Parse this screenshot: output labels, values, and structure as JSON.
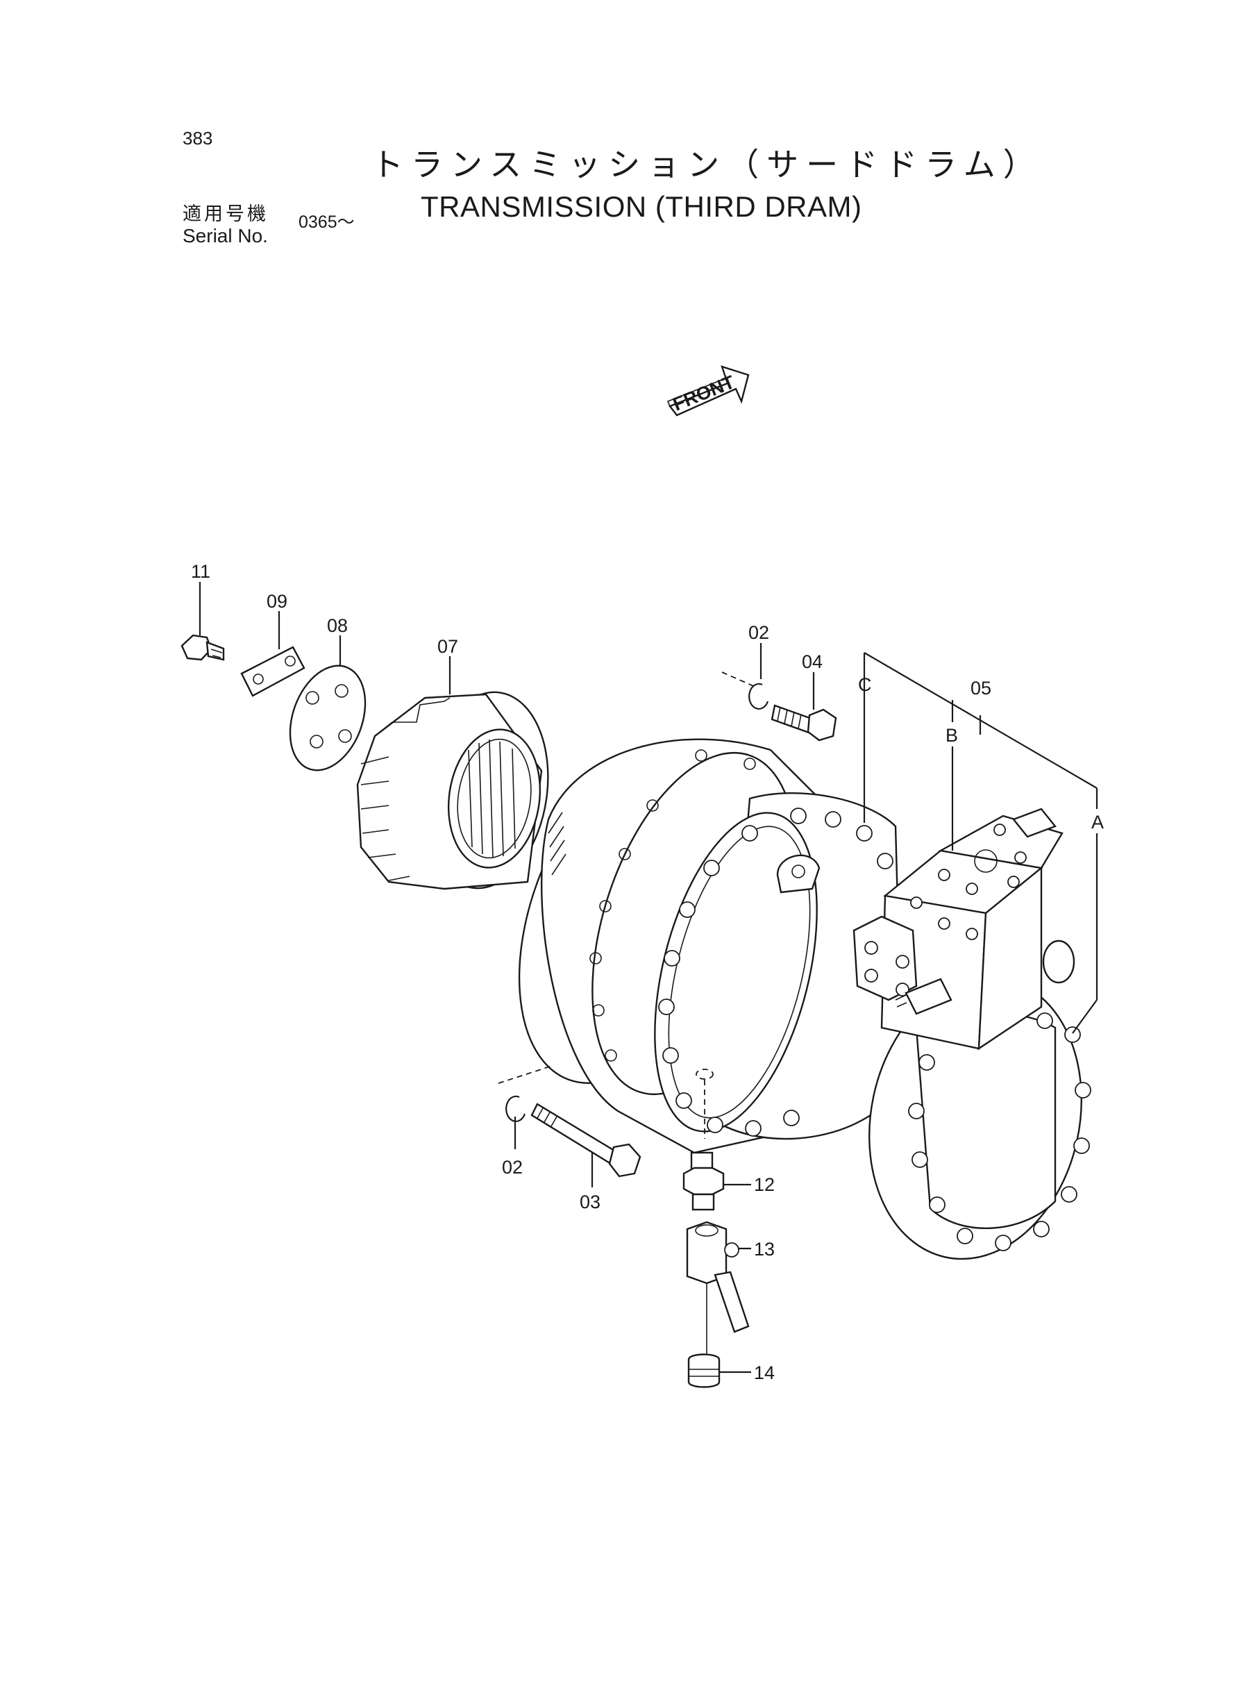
{
  "header": {
    "page_number": "383",
    "title_jp": "トランスミッション（サードドラム）",
    "title_en": "TRANSMISSION (THIRD DRAM)",
    "serial_label_jp": "適用号機",
    "serial_label_en": "Serial No.",
    "serial_range": "0365～"
  },
  "front_arrow": {
    "label": "FRONT"
  },
  "callouts": {
    "p11": "11",
    "p09": "09",
    "p08": "08",
    "p07": "07",
    "p02_top": "02",
    "p04": "04",
    "p05": "05",
    "grp_c": "C",
    "grp_b": "B",
    "grp_a": "A",
    "p02_bottom": "02",
    "p03": "03",
    "p12": "12",
    "p13": "13",
    "p14": "14"
  }
}
